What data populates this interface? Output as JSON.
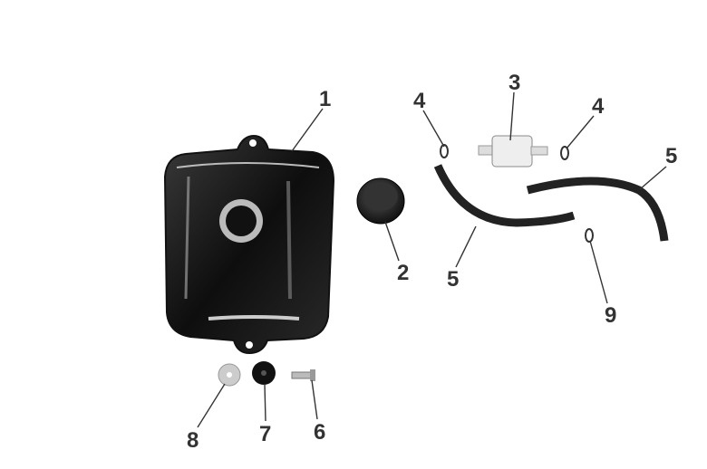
{
  "diagram": {
    "type": "exploded-parts-diagram",
    "callouts": [
      {
        "id": "c1",
        "label": "1",
        "part": "fuel-tank"
      },
      {
        "id": "c2",
        "label": "2",
        "part": "fuel-cap"
      },
      {
        "id": "c3",
        "label": "3",
        "part": "fuel-filter"
      },
      {
        "id": "c4a",
        "label": "4",
        "part": "hose-clip"
      },
      {
        "id": "c4b",
        "label": "4",
        "part": "hose-clip"
      },
      {
        "id": "c5a",
        "label": "5",
        "part": "fuel-hose"
      },
      {
        "id": "c5b",
        "label": "5",
        "part": "fuel-hose"
      },
      {
        "id": "c9",
        "label": "9",
        "part": "hose-clip"
      },
      {
        "id": "c8",
        "label": "8",
        "part": "washer"
      },
      {
        "id": "c7",
        "label": "7",
        "part": "rubber-grommet"
      },
      {
        "id": "c6",
        "label": "6",
        "part": "bolt"
      }
    ]
  }
}
